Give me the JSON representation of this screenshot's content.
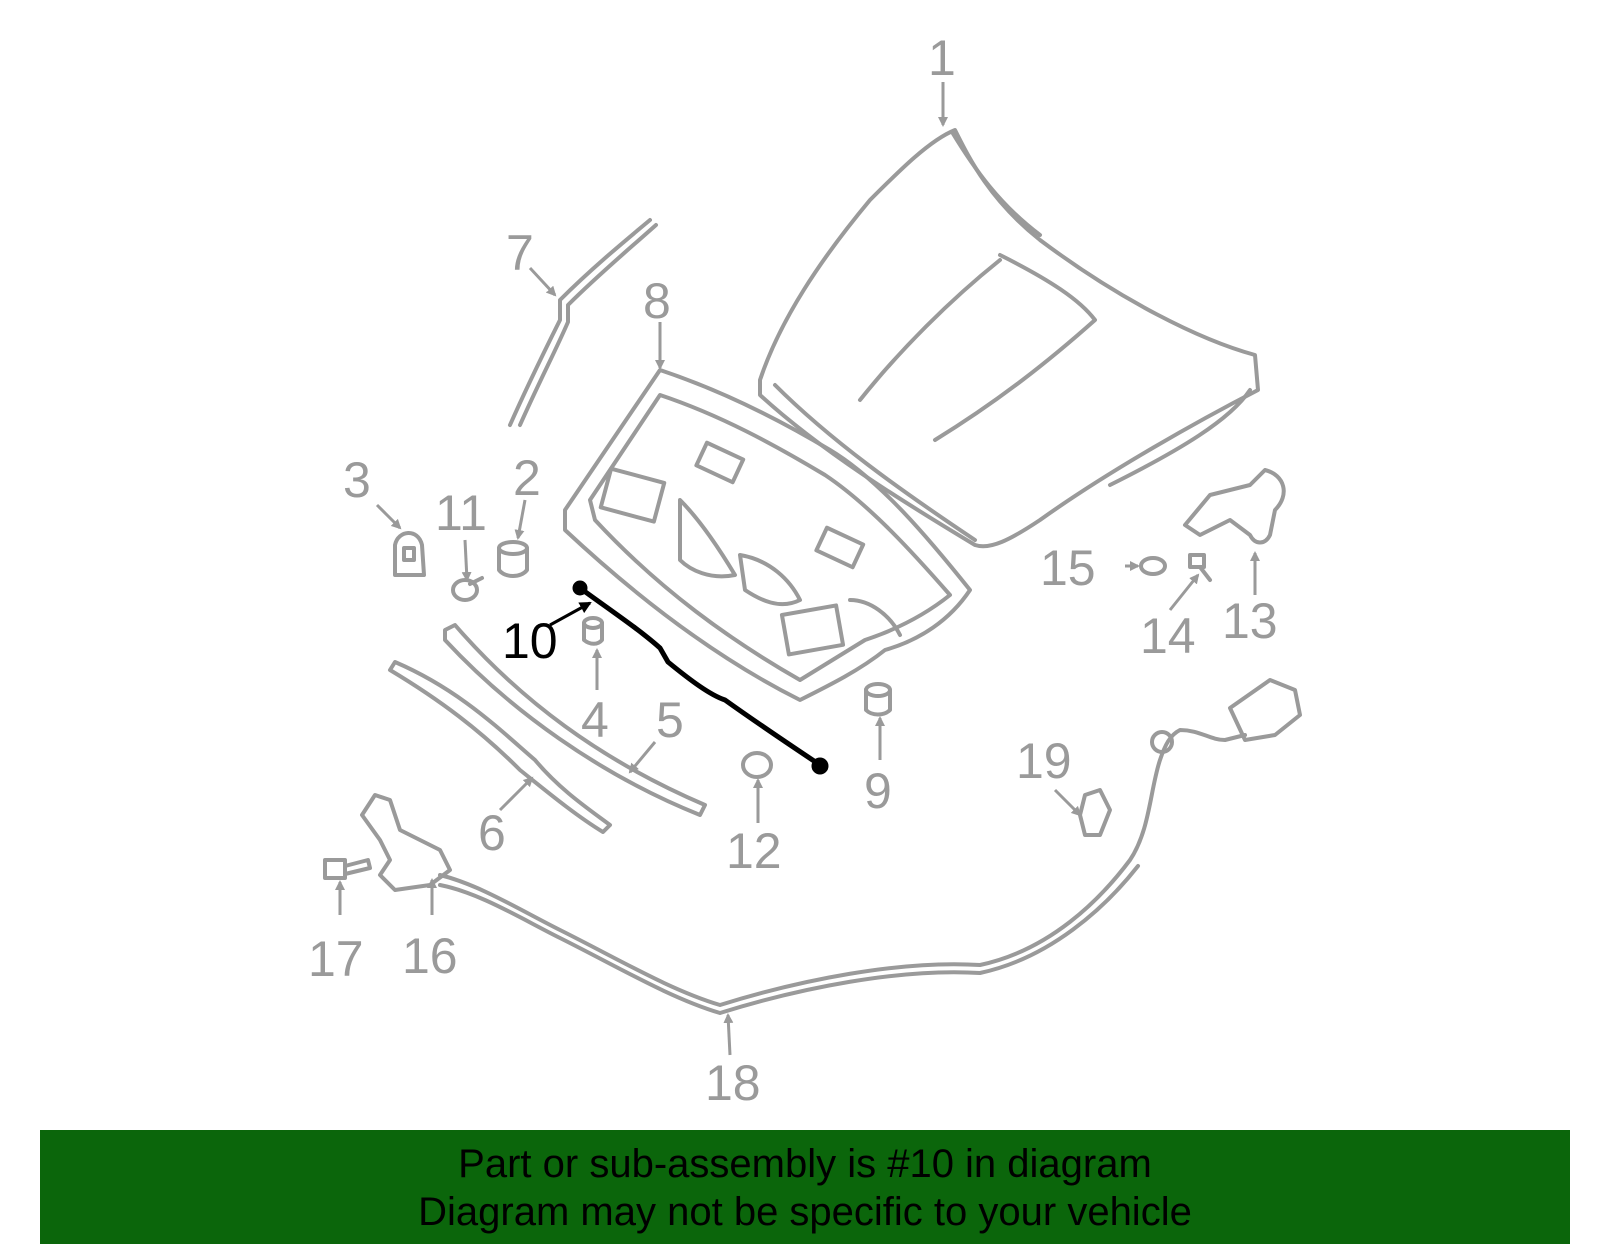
{
  "diagram": {
    "highlighted_part": "10",
    "colors": {
      "part": "#9a9a9a",
      "highlight": "#000000",
      "banner": "#0b660b",
      "banner_text": "#000000"
    },
    "callouts": {
      "c1": "1",
      "c2": "2",
      "c3": "3",
      "c4": "4",
      "c5": "5",
      "c6": "6",
      "c7": "7",
      "c8": "8",
      "c9": "9",
      "c10": "10",
      "c11": "11",
      "c12": "12",
      "c13": "13",
      "c14": "14",
      "c15": "15",
      "c16": "16",
      "c17": "17",
      "c18": "18",
      "c19": "19"
    }
  },
  "banner": {
    "line1": "Part or sub-assembly is #10 in diagram",
    "line2": "Diagram may not be specific to your vehicle"
  }
}
